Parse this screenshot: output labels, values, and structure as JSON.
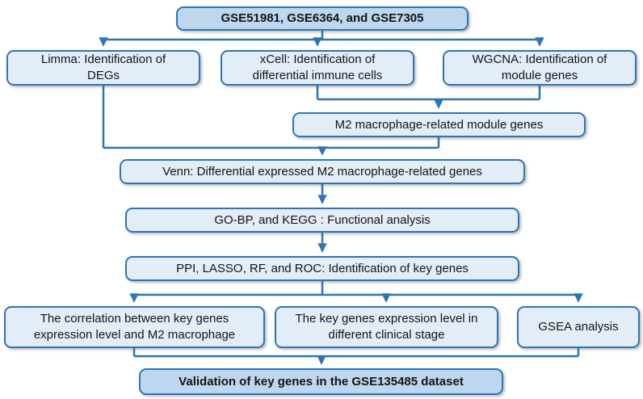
{
  "colors": {
    "box_border": "#2E75B6",
    "arrow": "#2E75B6",
    "fill_emphasis": "#BDD7EE",
    "fill_regular": "#E2EDF8",
    "text": "#141414",
    "background": "#FFFFFF"
  },
  "nodes": {
    "datasets": {
      "label": "GSE51981, GSE6364, and GSE7305"
    },
    "limma": {
      "label": "Limma: Identification of\nDEGs"
    },
    "xcell": {
      "label": "xCell: Identification of\ndifferential immune cells"
    },
    "wgcna": {
      "label": "WGCNA: Identification of\nmodule genes"
    },
    "m2_module": {
      "label": "M2 macrophage-related module genes"
    },
    "venn": {
      "label": "Venn: Differential expressed M2 macrophage-related genes"
    },
    "functional": {
      "label": "GO-BP, and KEGG : Functional analysis"
    },
    "key_genes": {
      "label": "PPI, LASSO, RF, and ROC: Identification of key genes"
    },
    "correlation": {
      "label": "The correlation between key genes\nexpression level and M2 macrophage"
    },
    "clinical": {
      "label": "The key genes expression level in\ndifferent clinical stage"
    },
    "gsea": {
      "label": "GSEA analysis"
    },
    "validation": {
      "label": "Validation of key genes in the GSE135485 dataset"
    }
  },
  "edges": [
    {
      "from": "datasets",
      "to": "limma"
    },
    {
      "from": "datasets",
      "to": "xcell"
    },
    {
      "from": "datasets",
      "to": "wgcna"
    },
    {
      "from": "xcell",
      "to": "m2_module"
    },
    {
      "from": "wgcna",
      "to": "m2_module"
    },
    {
      "from": "limma",
      "to": "venn"
    },
    {
      "from": "m2_module",
      "to": "venn"
    },
    {
      "from": "venn",
      "to": "functional"
    },
    {
      "from": "functional",
      "to": "key_genes"
    },
    {
      "from": "key_genes",
      "to": "correlation"
    },
    {
      "from": "key_genes",
      "to": "clinical"
    },
    {
      "from": "key_genes",
      "to": "gsea"
    },
    {
      "from": "correlation",
      "to": "validation"
    },
    {
      "from": "clinical",
      "to": "validation"
    },
    {
      "from": "gsea",
      "to": "validation"
    }
  ]
}
